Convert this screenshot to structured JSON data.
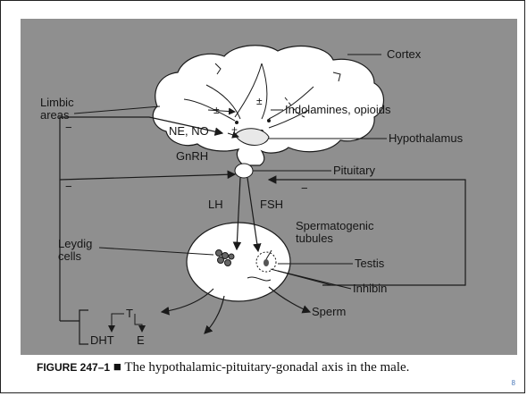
{
  "diagram": {
    "labels": {
      "cortex": "Cortex",
      "limbic_line1": "Limbic",
      "limbic_line2": "areas",
      "indolamines": "Indolamines, opioids",
      "ne_no": "NE, NO",
      "hypothalamus": "Hypothalamus",
      "gnrh": "GnRH",
      "pituitary": "Pituitary",
      "lh": "LH",
      "fsh": "FSH",
      "sperm_line1": "Spermatogenic",
      "sperm_line2": "tubules",
      "leydig_line1": "Leydig",
      "leydig_line2": "cells",
      "testis": "Testis",
      "inhibin": "Inhibin",
      "sperm": "Sperm",
      "t": "T",
      "dht": "DHT",
      "e": "E",
      "plus_minus": "±",
      "plus": "+",
      "minus": "−"
    }
  },
  "caption": {
    "figure_number": "FIGURE 247–1",
    "separator": "■",
    "text": "The hypothalamic-pituitary-gonadal axis in the male."
  },
  "page_number": "8"
}
